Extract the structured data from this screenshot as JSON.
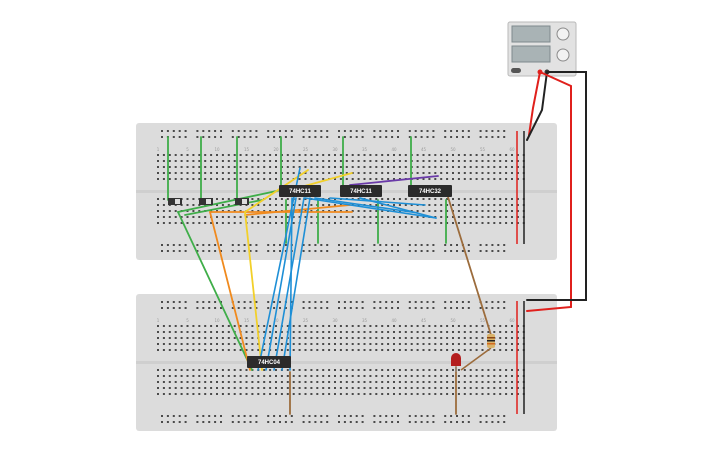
{
  "canvas": {
    "background": "#ffffff"
  },
  "breadboards": [
    {
      "id": "top",
      "color": "#dcdcdc"
    },
    {
      "id": "bottom",
      "color": "#dcdcdc"
    }
  ],
  "power_supply": {
    "body_color": "#e2e2e2",
    "display_color": "#a9b3b5"
  },
  "column_numbers": [
    "1",
    "5",
    "10",
    "15",
    "20",
    "25",
    "30",
    "35",
    "40",
    "45",
    "50",
    "55",
    "60"
  ],
  "chips": [
    {
      "id": "chip-a",
      "label": "74HC11",
      "board": "top"
    },
    {
      "id": "chip-b",
      "label": "74HC11",
      "board": "top"
    },
    {
      "id": "chip-c",
      "label": "74HC32",
      "board": "top"
    },
    {
      "id": "chip-d",
      "label": "74HC04",
      "board": "bottom"
    }
  ],
  "switches": [
    {
      "id": "switch-1"
    },
    {
      "id": "switch-2"
    },
    {
      "id": "switch-3"
    }
  ],
  "led": {
    "color": "#b41e1e"
  },
  "resistor": {
    "body_color": "#d9b36a"
  },
  "wire_colors": {
    "red": "#e0201c",
    "black": "#222222",
    "green": "#3fae49",
    "blue": "#1e8fd6",
    "yellow": "#f2d02a",
    "orange": "#f08a1e",
    "purple": "#6a3aa8",
    "brown": "#9c6c3c"
  }
}
